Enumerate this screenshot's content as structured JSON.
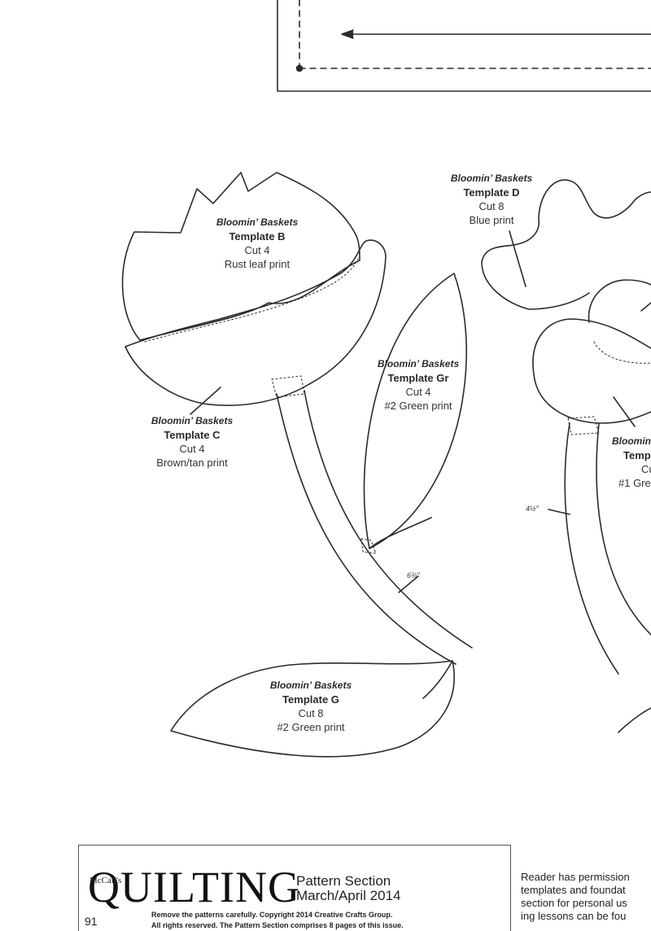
{
  "templates": {
    "b": {
      "series": "Bloomin’ Baskets",
      "name": "Template B",
      "cut": "Cut 4",
      "fabric": "Rust leaf print"
    },
    "c": {
      "series": "Bloomin’ Baskets",
      "name": "Template C",
      "cut": "Cut 4",
      "fabric": "Brown/tan print"
    },
    "d": {
      "series": "Bloomin’ Baskets",
      "name": "Template D",
      "cut": "Cut 8",
      "fabric": "Blue print"
    },
    "gr": {
      "series": "Bloomin’ Baskets",
      "name": "Template Gr",
      "cut": "Cut 4",
      "fabric": "#2 Green print"
    },
    "g": {
      "series": "Bloomin’ Baskets",
      "name": "Template G",
      "cut": "Cut 8",
      "fabric": "#2 Green print"
    },
    "partial": {
      "series": "Bloomin",
      "name": "Temp",
      "cut": "Cu",
      "fabric": "#1 Gre"
    }
  },
  "measurements": {
    "long_stem": "6¾″",
    "short_stem": "4½″"
  },
  "footer": {
    "logo_small": "McCall's",
    "logo_big": "QUILTING",
    "section": "Pattern Section",
    "issue": "March/April 2014",
    "page_number": "91",
    "fine_print_1": "Remove the patterns carefully. Copyright 2014 Creative Crafts Group.",
    "fine_print_2": "All rights reserved. The Pattern Section comprises 8 pages of this issue.",
    "reader_lines": [
      "Reader has permission",
      "templates and foundat",
      "section for personal us",
      "ing lessons can be fou"
    ]
  },
  "colors": {
    "line": "#2b2b2b",
    "paper": "#ffffff"
  }
}
